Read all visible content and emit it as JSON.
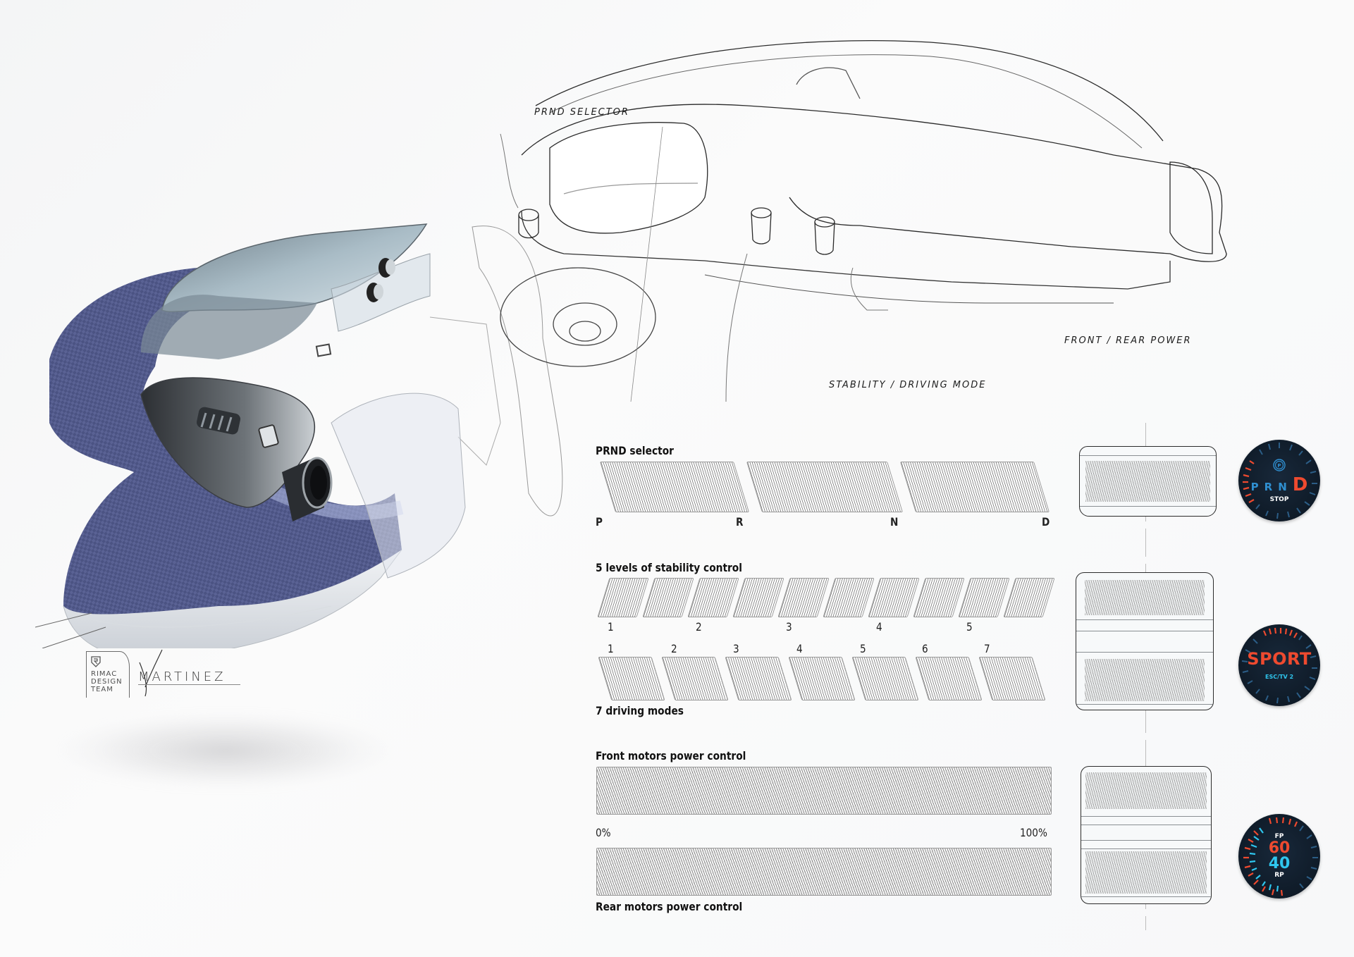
{
  "sketch": {
    "callouts": {
      "prnd": "PRND SELECTOR",
      "front_rear": "FRONT / REAR POWER",
      "stability": "STABILITY / DRIVING MODE"
    }
  },
  "branding": {
    "team_lines": [
      "RIMAC",
      "DESIGN",
      "TEAM"
    ],
    "signature": "MARTINEZ"
  },
  "sections": {
    "prnd": {
      "title": "PRND selector",
      "labels": [
        "P",
        "R",
        "N",
        "D"
      ]
    },
    "stability": {
      "title": "5 levels of stability control",
      "labels": [
        "1",
        "2",
        "3",
        "4",
        "5"
      ]
    },
    "driving": {
      "title": "7 driving modes",
      "labels": [
        "1",
        "2",
        "3",
        "4",
        "5",
        "6",
        "7"
      ]
    },
    "front_power": {
      "title": "Front motors power control",
      "min_label": "0%",
      "max_label": "100%"
    },
    "rear_power": {
      "title": "Rear motors power control"
    }
  },
  "dials": {
    "prnd": {
      "icon": "parking-brake-icon",
      "icon_glyph": "P",
      "gears": [
        "P",
        "R",
        "N"
      ],
      "active_gear": "D",
      "status": "STOP"
    },
    "mode": {
      "mode": "SPORT",
      "sub": "ESC/TV 2"
    },
    "power": {
      "front_label": "FP",
      "front_value": "60",
      "rear_value": "40",
      "rear_label": "RP"
    }
  },
  "colors": {
    "accent_red": "#ee4a2f",
    "accent_blue": "#2f8fd0",
    "accent_cyan": "#2fc6ee",
    "dial_bg": "#0f1b28",
    "carbon_blue": "#4c5584"
  }
}
